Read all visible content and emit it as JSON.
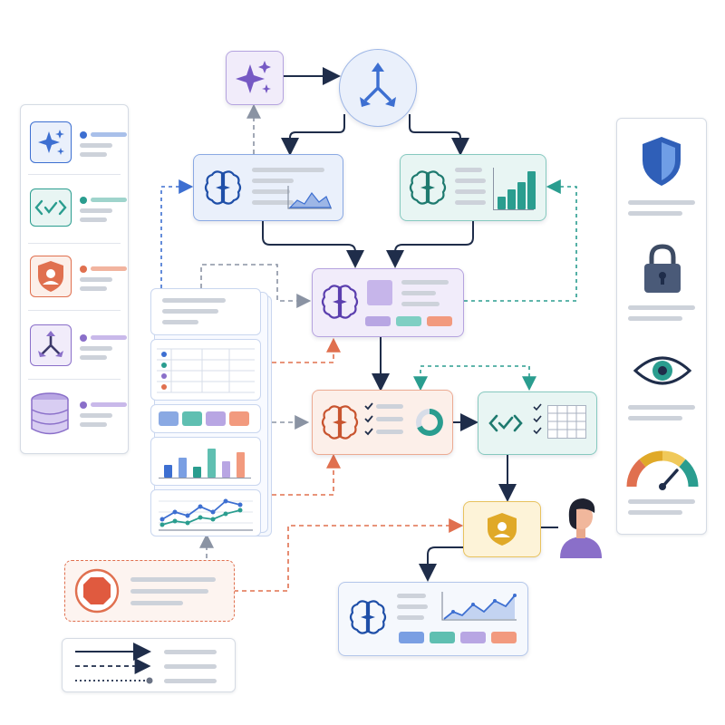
{
  "diagram": {
    "theme": "ai-agent-workflow",
    "colors": {
      "navy": "#1f2d4a",
      "blue": "#3d6fd1",
      "blue_fill": "#eaf0fb",
      "teal": "#2a9d8f",
      "teal_fill": "#e8f5f3",
      "purple": "#8a6fc9",
      "purple_fill": "#f1ecfa",
      "coral": "#e0704f",
      "coral_fill": "#fcefe9",
      "gold": "#e0a928",
      "gold_fill": "#fdf3d8",
      "gray_line": "#cdd2da"
    },
    "left_legend": {
      "items": [
        {
          "icon": "sparkle-icon",
          "color": "#3d6fd1"
        },
        {
          "icon": "code-check-icon",
          "color": "#2a9d8f"
        },
        {
          "icon": "shield-user-icon",
          "color": "#e0704f"
        },
        {
          "icon": "split-arrows-icon",
          "color": "#8a6fc9"
        },
        {
          "icon": "database-icon",
          "color": "#8a6fc9"
        }
      ]
    },
    "right_legend": {
      "items": [
        {
          "icon": "shield-icon"
        },
        {
          "icon": "padlock-icon"
        },
        {
          "icon": "eye-icon"
        },
        {
          "icon": "gauge-icon"
        }
      ]
    },
    "nodes": [
      {
        "id": "sparkle-node",
        "icon": "sparkle-icon"
      },
      {
        "id": "router-node",
        "icon": "split-arrows-icon"
      },
      {
        "id": "analysis-card-blue",
        "icon": "brain-icon"
      },
      {
        "id": "analysis-card-teal",
        "icon": "brain-icon"
      },
      {
        "id": "central-card-purple",
        "icon": "brain-icon"
      },
      {
        "id": "review-card-coral",
        "icon": "brain-icon"
      },
      {
        "id": "code-card-teal",
        "icon": "code-check-icon"
      },
      {
        "id": "approval-node-gold",
        "icon": "shield-user-icon"
      },
      {
        "id": "person-avatar",
        "icon": "person-icon"
      },
      {
        "id": "output-card-blue",
        "icon": "brain-icon"
      },
      {
        "id": "stop-card",
        "icon": "stop-icon"
      }
    ],
    "line_legend": {
      "styles": [
        "solid-arrow",
        "dashed-arrow",
        "dotted-line"
      ]
    }
  }
}
